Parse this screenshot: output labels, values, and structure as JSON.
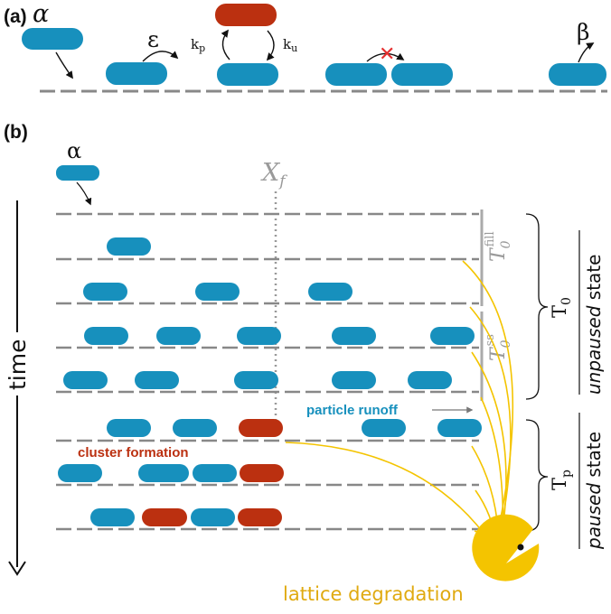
{
  "colors": {
    "particle_blue": "#1790bd",
    "particle_red": "#bb3010",
    "lattice": "#888888",
    "yellow": "#f4c400",
    "runoff_text": "#1790bd",
    "cluster_text": "#bb3010",
    "degradation_text": "#e0aa10",
    "gray_text": "#9a9a9a"
  },
  "panel_a": {
    "label": "(a)",
    "alpha": "α",
    "epsilon": "ε",
    "kp": "kp",
    "ku": "ku",
    "beta": "β",
    "blocked_mark": "✕"
  },
  "panel_b": {
    "label": "(b)",
    "alpha": "α",
    "xf": "Xf",
    "time_label": "time",
    "t0_fill": "T0fill",
    "t0_ss": "T0ss",
    "t0": "T0",
    "tp": "Tp",
    "particle_runoff": "particle runoff",
    "cluster_formation": "cluster formation",
    "lattice_degradation": "lattice degradation",
    "unpaused_word": "unpaused",
    "paused_word": "paused",
    "state_word": " state"
  }
}
